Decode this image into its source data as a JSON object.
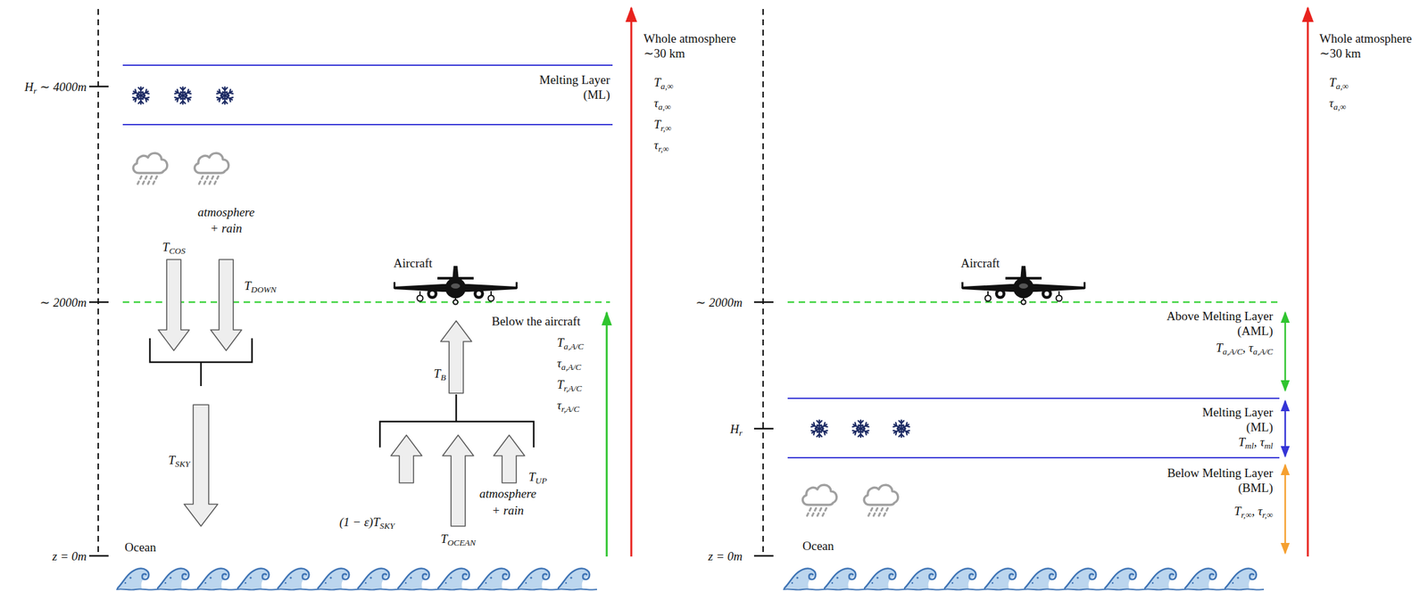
{
  "diagram": {
    "nodes": [
      {
        "text": [
          "Melting Layer (ML)"
        ]
      },
      {
        "text": [
          "Melting Layer (ML)",
          "Tml, τml"
        ]
      }
    ],
    "labels": [
      "Hr ∼ 4000m",
      "∼ 2000m",
      "z = 0m",
      "atmosphere + rain",
      "TCOS",
      "TDOWN",
      "TSKY",
      "Aircraft",
      "Below the aircraft",
      "Ta,A/C",
      "τa,A/C",
      "Tr,A/C",
      "τr,A/C",
      "TB",
      "(1 − ε)TSKY",
      "TOCEAN",
      "atmosphere + rain",
      "TUP",
      "Ocean",
      "Whole atmosphere ∼30 km",
      "Ta,∞",
      "τa,∞",
      "Tr,∞",
      "τr,∞",
      "∼ 2000m",
      "Hr",
      "z = 0m",
      "Aircraft",
      "Above Melting Layer (AML)",
      "Ta,A/C, τa,A/C",
      "Below Melting Layer (BML)",
      "Tr,∞, τr,∞",
      "Ocean",
      "Whole atmosphere ∼30 km",
      "Ta,∞",
      "τa,∞"
    ]
  }
}
